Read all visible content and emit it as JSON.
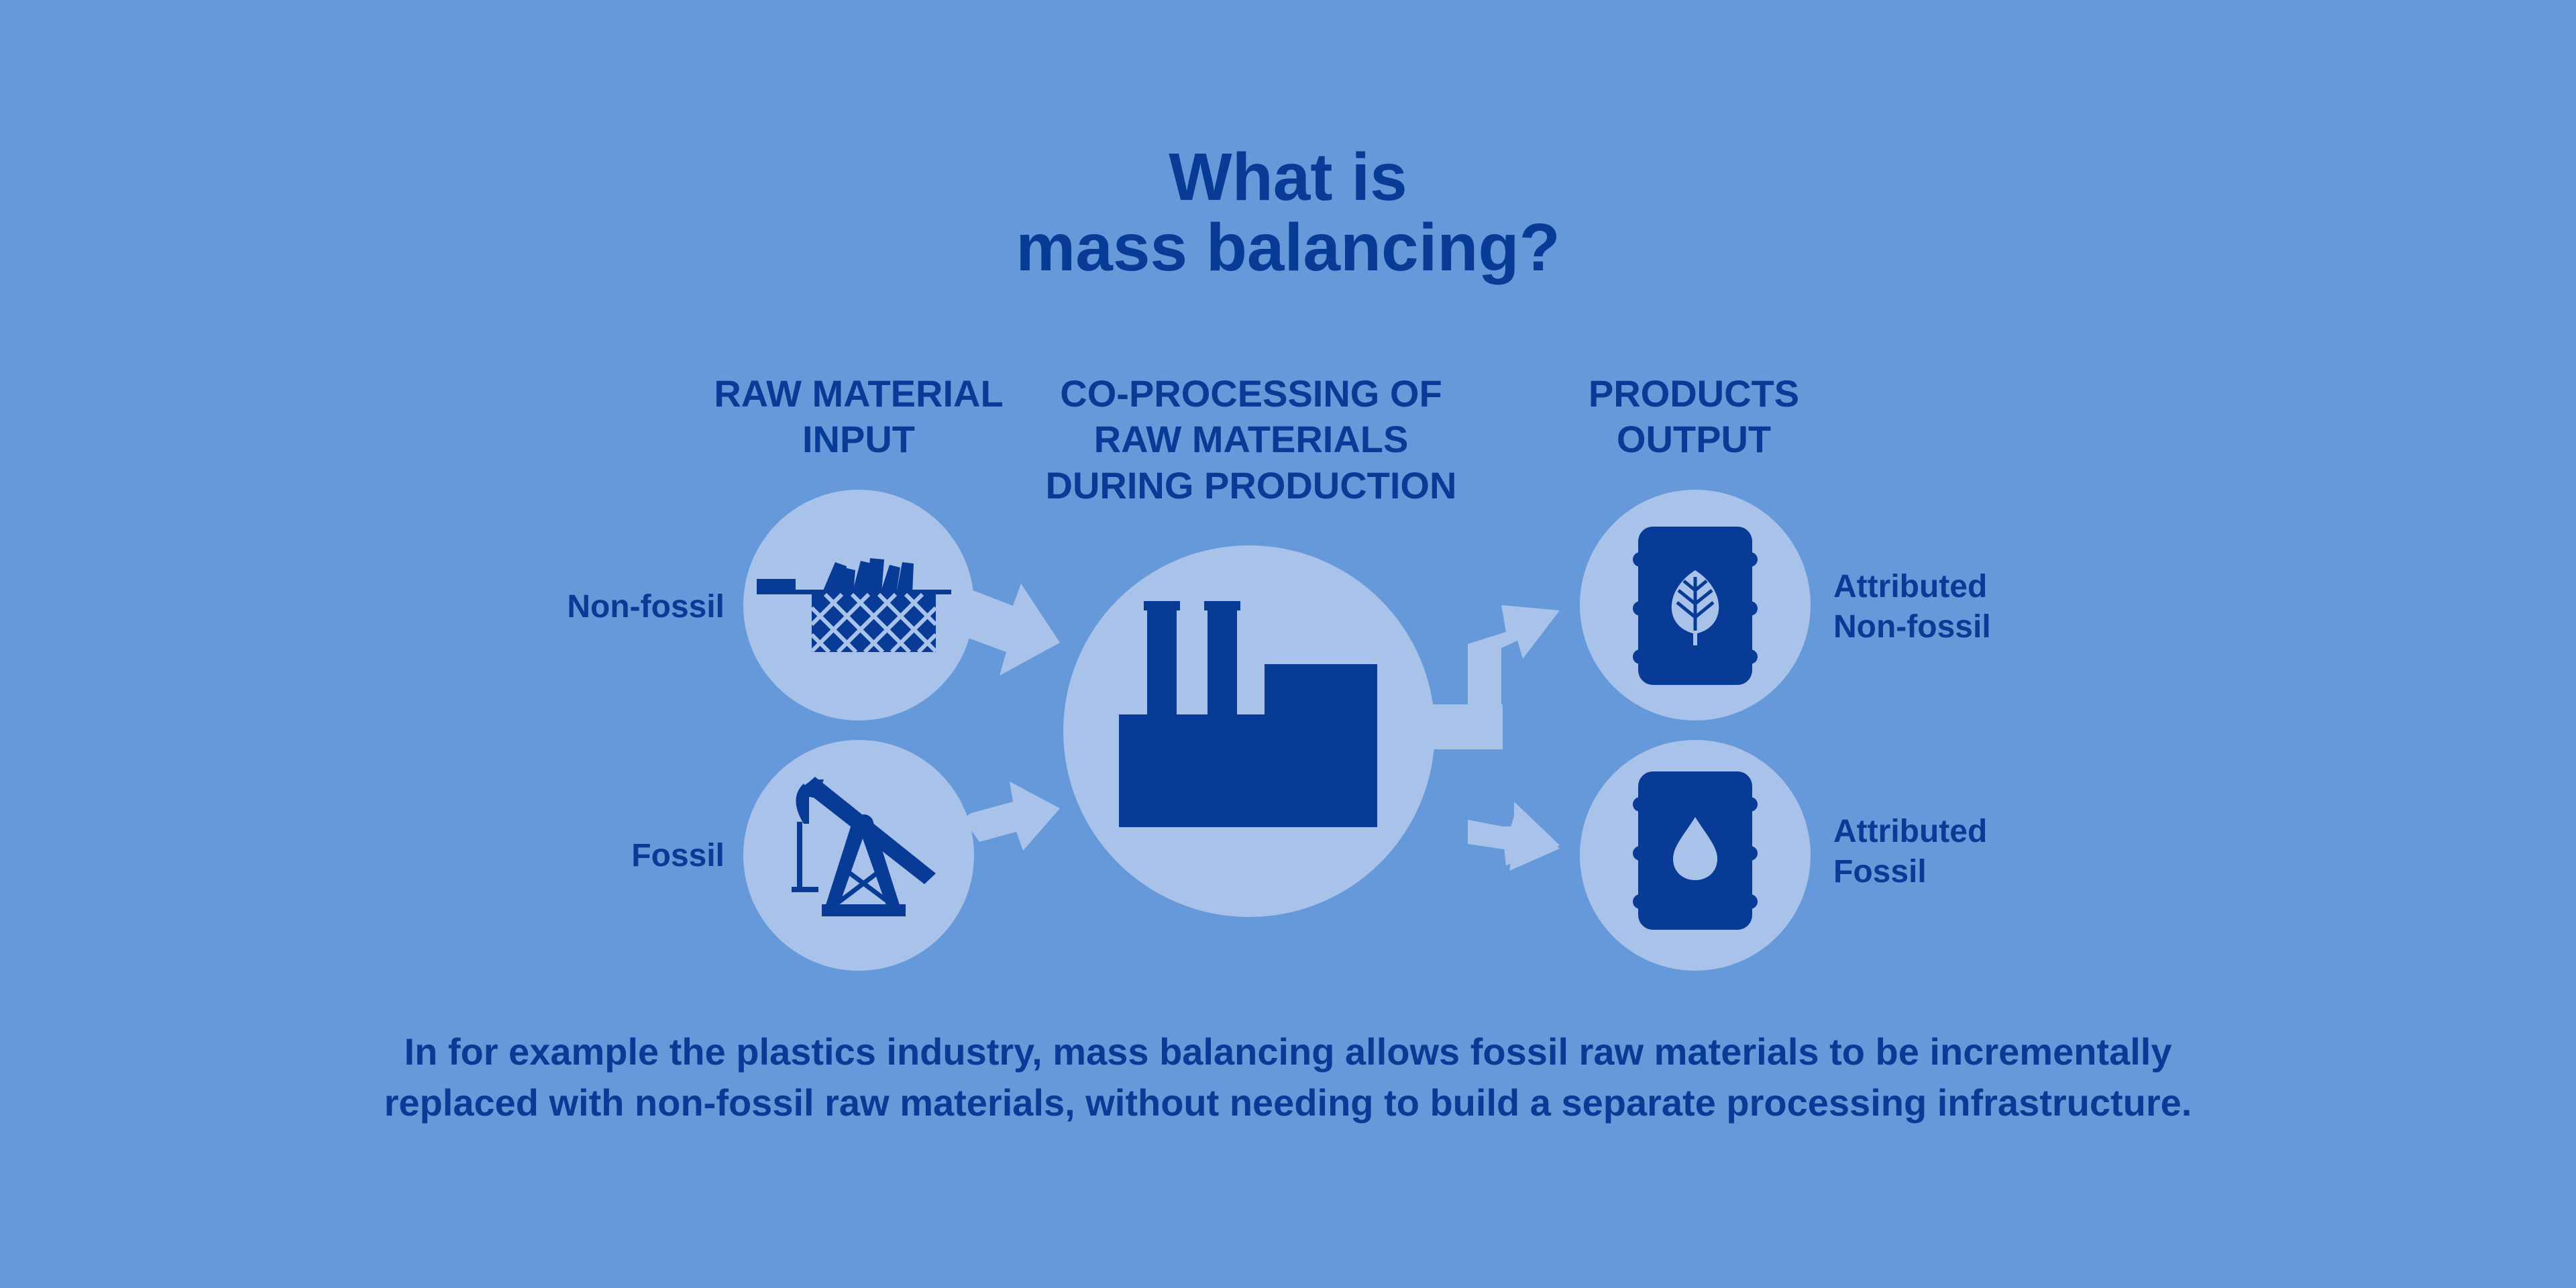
{
  "title": "What is\nmass balancing?",
  "columns": {
    "input_header": "RAW MATERIAL\nINPUT",
    "processing_header": "CO-PROCESSING OF\nRAW MATERIALS\nDURING PRODUCTION",
    "output_header": "PRODUCTS\nOUTPUT"
  },
  "inputs": {
    "non_fossil_label": "Non-fossil",
    "fossil_label": "Fossil"
  },
  "outputs": {
    "attributed_non_fossil_label": "Attributed\nNon-fossil",
    "attributed_fossil_label": "Attributed\nFossil"
  },
  "footer": "In for example the plastics industry, mass balancing allows fossil raw materials to be incrementally\nreplaced with non-fossil raw materials, without needing to build a separate processing infrastructure.",
  "colors": {
    "background": "#6699d9",
    "circle": "#a9c2ea",
    "arrow": "#a9c2ea",
    "dark_blue": "#073b96"
  },
  "icons": {
    "non_fossil_input": "biomass-basket-icon",
    "fossil_input": "oil-pump-jack-icon",
    "processing": "factory-icon",
    "non_fossil_output": "barrel-leaf-icon",
    "fossil_output": "barrel-drop-icon"
  }
}
